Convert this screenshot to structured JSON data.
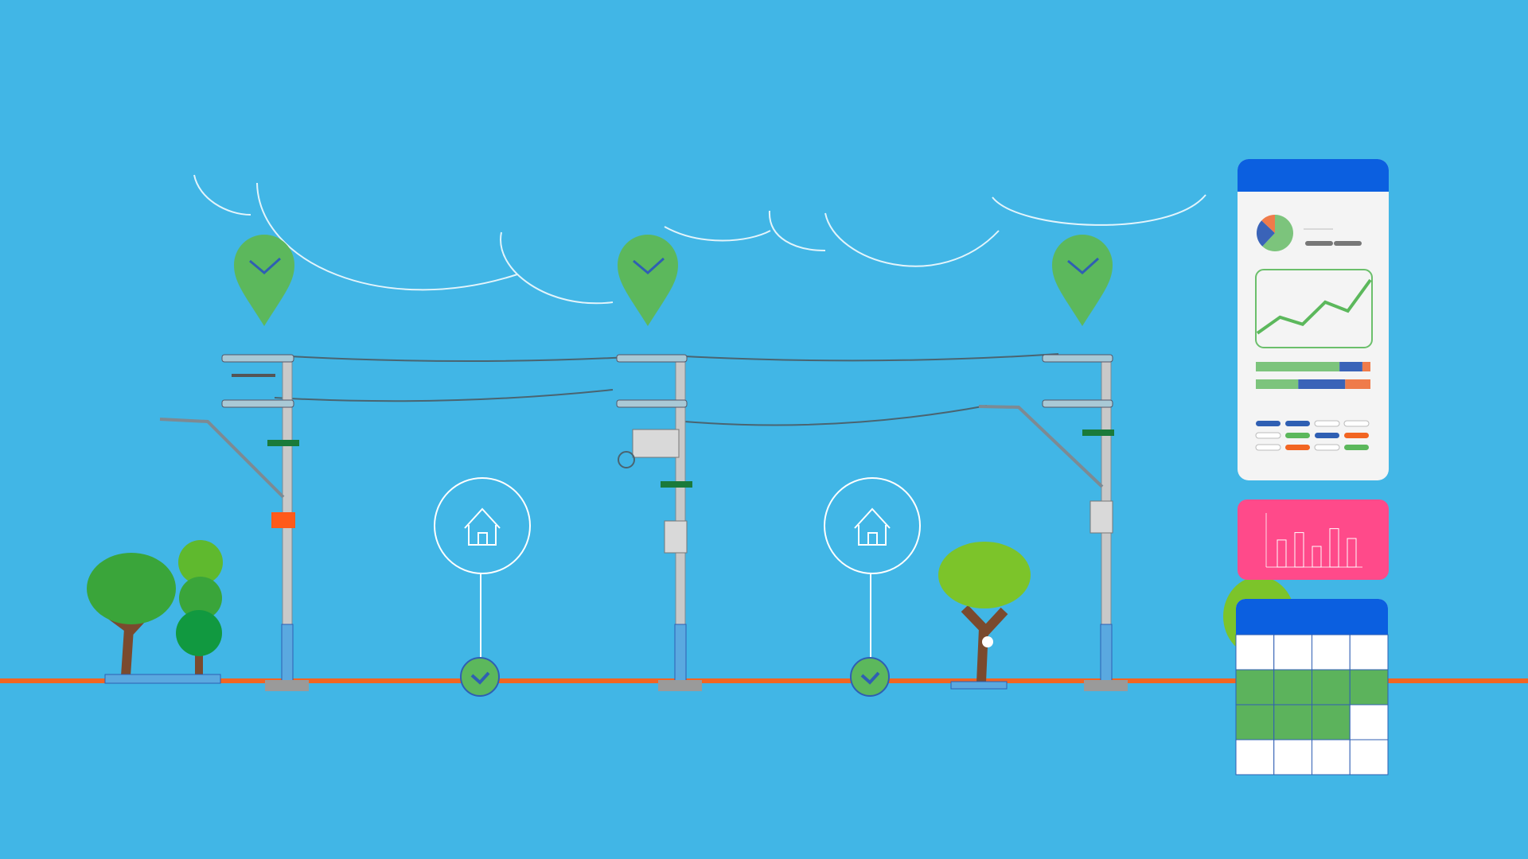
{
  "colors": {
    "background": "#41b6e6",
    "ground_line": "#f26522",
    "marker_green": "#5cb85c",
    "check_blue": "#2f5fb3",
    "card_header_blue": "#0b5fe0",
    "card_body": "#f4f4f4",
    "pink_card": "#ff4a8a",
    "table_green": "#5cb35c",
    "pole": "#c9c9c9",
    "tree_trunk": "#7a4a2e",
    "tree_leaf": "#5fb92e"
  },
  "icons": {
    "location_pin": "location-pin-check-icon",
    "house": "house-icon",
    "check": "check-circle-icon"
  },
  "dashboard": {
    "pie_slices": [
      0.62,
      0.25,
      0.13
    ],
    "line_trend": [
      10,
      28,
      20,
      45,
      35,
      70
    ],
    "bar_chart_values": [
      0.55,
      0.7,
      0.42,
      0.78,
      0.58
    ],
    "stacked_bars": [
      [
        0.73,
        0.2,
        0.07
      ],
      [
        0.37,
        0.41,
        0.22
      ]
    ],
    "table_filled_rows": [
      4,
      3
    ]
  }
}
